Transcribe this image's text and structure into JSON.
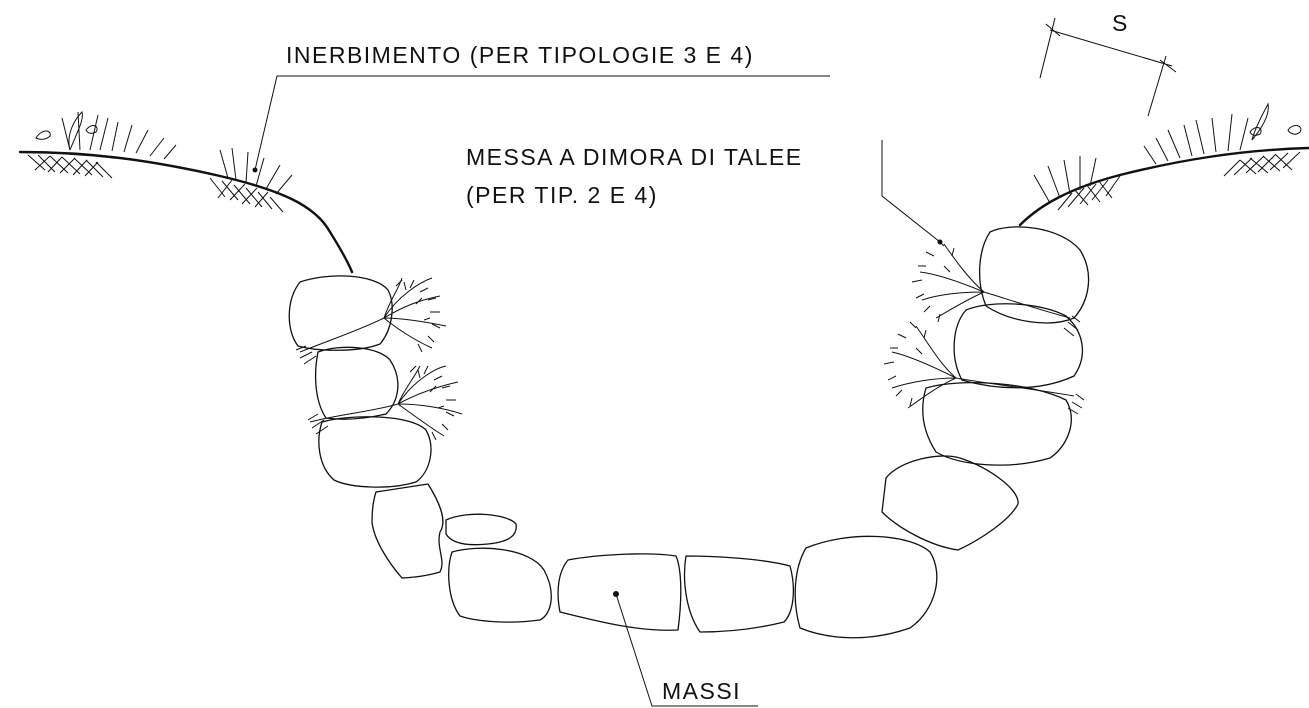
{
  "labels": {
    "inerbimento": "INERBIMENTO  (PER  TIPOLOGIE  3  E  4)",
    "messa_line1": "MESSA  A  DIMORA  DI  TALEE",
    "messa_line2": "(PER  TIP. 2  E  4)",
    "massi": "MASSI",
    "spacing": "S"
  },
  "colors": {
    "line": "#111111",
    "background": "#ffffff"
  }
}
